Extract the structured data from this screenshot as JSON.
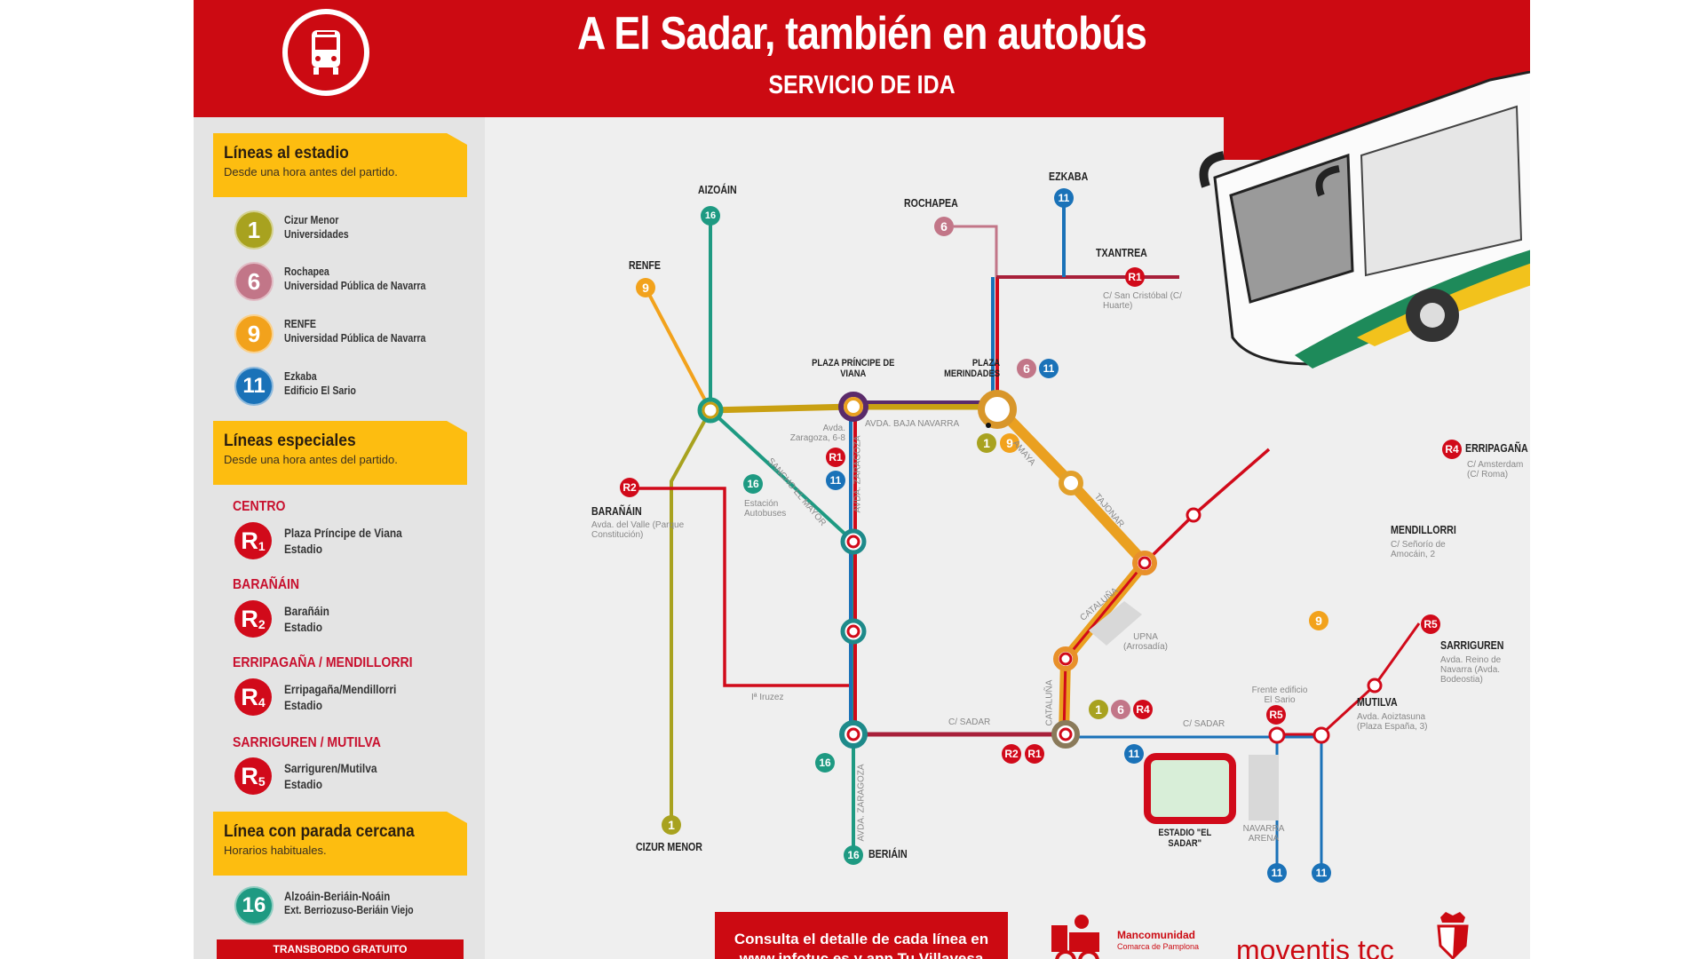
{
  "header": {
    "title": "A El Sadar, también en autobús",
    "subtitle": "SERVICIO DE IDA",
    "icon": "bus-icon"
  },
  "colors": {
    "brand_red": "#cc0a12",
    "highlight_yellow": "#fdbd10",
    "line_1": "#a8a21f",
    "line_6": "#c27688",
    "line_9": "#f2a21c",
    "line_11": "#1a72b8",
    "line_16": "#1e9a82",
    "line_R": "#d10a1a"
  },
  "sidebar": {
    "stadium_lines": {
      "title": "Líneas al estadio",
      "subtitle": "Desde una hora antes del partido.",
      "items": [
        {
          "number": "1",
          "line1": "Cizur Menor",
          "line2": "Universidades"
        },
        {
          "number": "6",
          "line1": "Rochapea",
          "line2": "Universidad Pública de Navarra"
        },
        {
          "number": "9",
          "line1": "RENFE",
          "line2": "Universidad Pública de Navarra"
        },
        {
          "number": "11",
          "line1": "Ezkaba",
          "line2": "Edificio El Sario"
        }
      ]
    },
    "special_lines": {
      "title": "Líneas especiales",
      "subtitle": "Desde una hora antes del partido.",
      "items": [
        {
          "category": "CENTRO",
          "code": "R",
          "sub": "1",
          "line1": "Plaza Príncipe de Viana",
          "line2": "Estadio"
        },
        {
          "category": "BARAÑÁIN",
          "code": "R",
          "sub": "2",
          "line1": "Barañáin",
          "line2": "Estadio"
        },
        {
          "category": "ERRIPAGAÑA / MENDILLORRI",
          "code": "R",
          "sub": "4",
          "line1": "Erripagaña/Mendillorri",
          "line2": "Estadio"
        },
        {
          "category": "SARRIGUREN / MUTILVA",
          "code": "R",
          "sub": "5",
          "line1": "Sarriguren/Mutilva",
          "line2": "Estadio"
        }
      ]
    },
    "nearby_line": {
      "title": "Línea con parada cercana",
      "subtitle": "Horarios habituales.",
      "item": {
        "number": "16",
        "line1": "Alzoáin-Beriáin-Noáin",
        "line2": "Ext. Berriozuso-Beriáin Viejo"
      }
    },
    "free_transfer_label": "TRANSBORDO GRATUITO"
  },
  "map": {
    "stations": {
      "aizoain": "AIZOÁIN",
      "renfe": "RENFE",
      "rochapea": "ROCHAPEA",
      "ezkaba": "EZKABA",
      "txantrea": "TXANTREA",
      "txantrea_sub": "C/ San Cristóbal (C/ Huarte)",
      "plaza_principe": "PLAZA PRÍNCIPE DE VIANA",
      "plaza_merindades": "PLAZA MERINDADES",
      "baranain": "BARAÑÁIN",
      "baranain_sub": "Avda. del Valle (Parque Constitución)",
      "erripagana": "ERRIPAGAÑA",
      "erripagana_sub": "C/ Amsterdam (C/ Roma)",
      "mendillorri": "MENDILLORRI",
      "mendillorri_sub": "C/ Señorío de Amocáin, 2",
      "sarriguren": "SARRIGUREN",
      "sarriguren_sub": "Avda. Reino de Navarra (Avda. Bodeostia)",
      "mutilva": "MUTILVA",
      "mutilva_sub": "Avda. Aoiztasuna (Plaza España, 3)",
      "cizur_menor": "CIZUR MENOR",
      "beriain": "BERIÁIN",
      "estadio": "ESTADIO \"EL SADAR\"",
      "navarra_arena": "NAVARRA ARENA",
      "upna": "UPNA (Arrosadía)",
      "estacion_autobuses": "Estación Autobuses",
      "frente_sario": "Frente edificio El Sario",
      "zaragoza_stop": "Avda. Zaragoza, 6-8"
    },
    "streets": {
      "baja_navarra": "AVDA. BAJA NAVARRA",
      "amaya": "AMAYA",
      "tajonar": "TAJONAR",
      "cataluna1": "CATALUÑA",
      "cataluna2": "CATALUÑA",
      "sancho": "SANCHO EL MAYOR",
      "zaragoza1": "AVDA. ZARAGOZA",
      "zaragoza2": "AVDA. ZARAGOZA",
      "sadar1": "C/ SADAR",
      "sadar2": "C/ SADAR",
      "iruzez": "Iª Iruzez"
    },
    "badges": {
      "b1": "1",
      "b6": "6",
      "b9": "9",
      "b11": "11",
      "b16": "16",
      "r1": "R1",
      "r2": "R2",
      "r4": "R4",
      "r5": "R5"
    }
  },
  "footer": {
    "cta_text": "Consulta el detalle de cada línea en www.infotuc.es y app Tu Villavesa",
    "logos": [
      "Mancomunidad Comarca de Pamplona",
      "moventis tcc",
      "C.A. Osasuna"
    ],
    "mancomunidad_line1": "Mancomunidad",
    "mancomunidad_line2": "Comarca de Pamplona",
    "moventis": "moventis tcc"
  }
}
